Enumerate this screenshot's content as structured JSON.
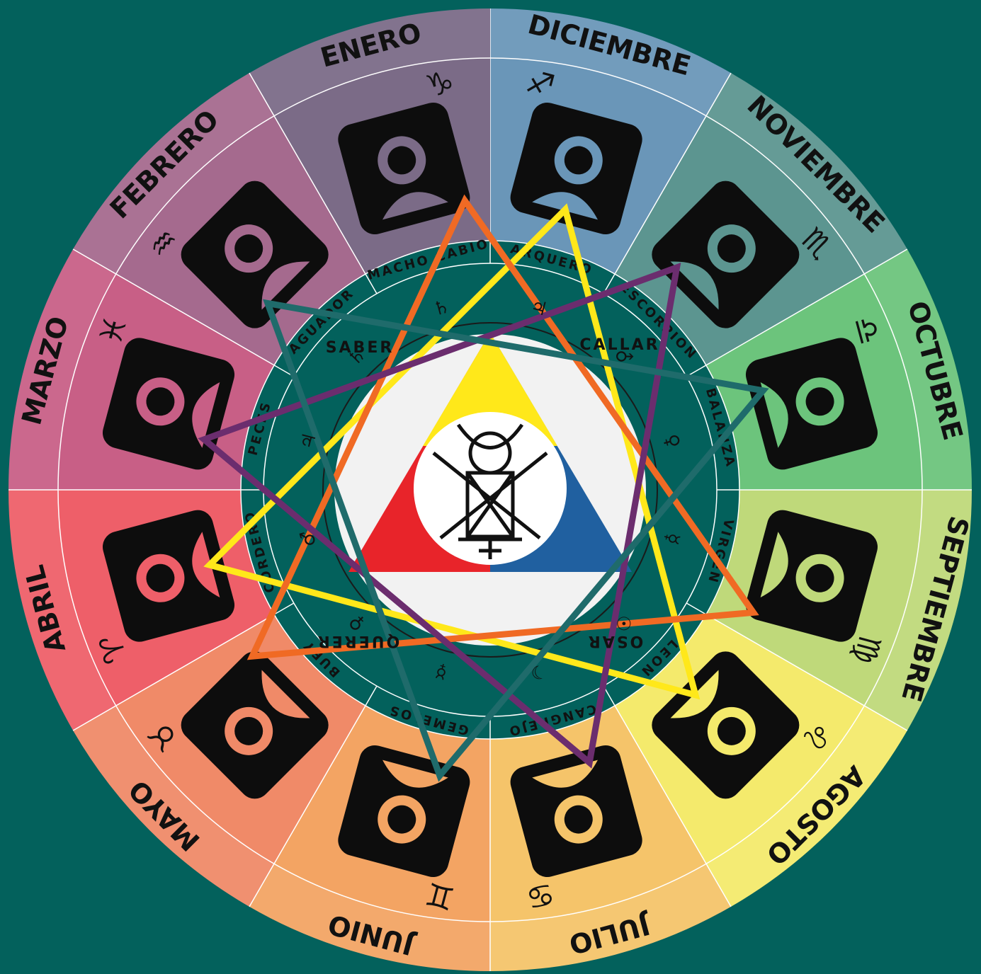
{
  "months": [
    "DICIEMBRE",
    "NOVIEMBRE",
    "OCTUBRE",
    "SEPTIEMBRE",
    "AGOSTO",
    "JULIO",
    "JUNIO",
    "MAYO",
    "ABRIL",
    "MARZO",
    "FEBRERO",
    "ENERO"
  ],
  "sign_names": [
    "ARQUERO",
    "ESCORPION",
    "BALANZA",
    "VIRGEN",
    "LEON",
    "CANGREJO",
    "GEMELOS",
    "BUEY",
    "CORDERO",
    "PECES",
    "AGUADOR",
    "MACHO CABIO"
  ],
  "sign_glyphs": [
    "♐",
    "♏",
    "♎",
    "♍",
    "♌",
    "♋",
    "♊",
    "♉",
    "♈",
    "♓",
    "♒",
    "♑"
  ],
  "sign_icons": [
    "sagittarius-icon",
    "scorpio-icon",
    "libra-icon",
    "virgo-icon",
    "leo-icon",
    "cancer-icon",
    "gemini-icon",
    "taurus-icon",
    "aries-icon",
    "pisces-icon",
    "aquarius-icon",
    "capricorn-icon"
  ],
  "sector_colors": [
    "#6a96b8",
    "#5c9590",
    "#6cc47c",
    "#bfd97a",
    "#f4ea6c",
    "#f5c46a",
    "#f3a463",
    "#f08a68",
    "#ee5f69",
    "#c85f86",
    "#a56a8e",
    "#7b6b87"
  ],
  "planets": [
    "♃",
    "♂",
    "♀",
    "☿",
    "☉",
    "☽",
    "☿",
    "♀",
    "♂",
    "♃",
    "♄",
    "♄"
  ],
  "verbs": {
    "saber": "SABER",
    "callar": "CALLAR",
    "osar": "OSAR",
    "querer": "QUERER"
  },
  "star_colors": [
    "#ffe81a",
    "#f06a24",
    "#6b2d6e",
    "#1f6b6b"
  ],
  "triangle_colors": {
    "left": "#e8242a",
    "right": "#2060a0",
    "top": "#ffe81a"
  }
}
